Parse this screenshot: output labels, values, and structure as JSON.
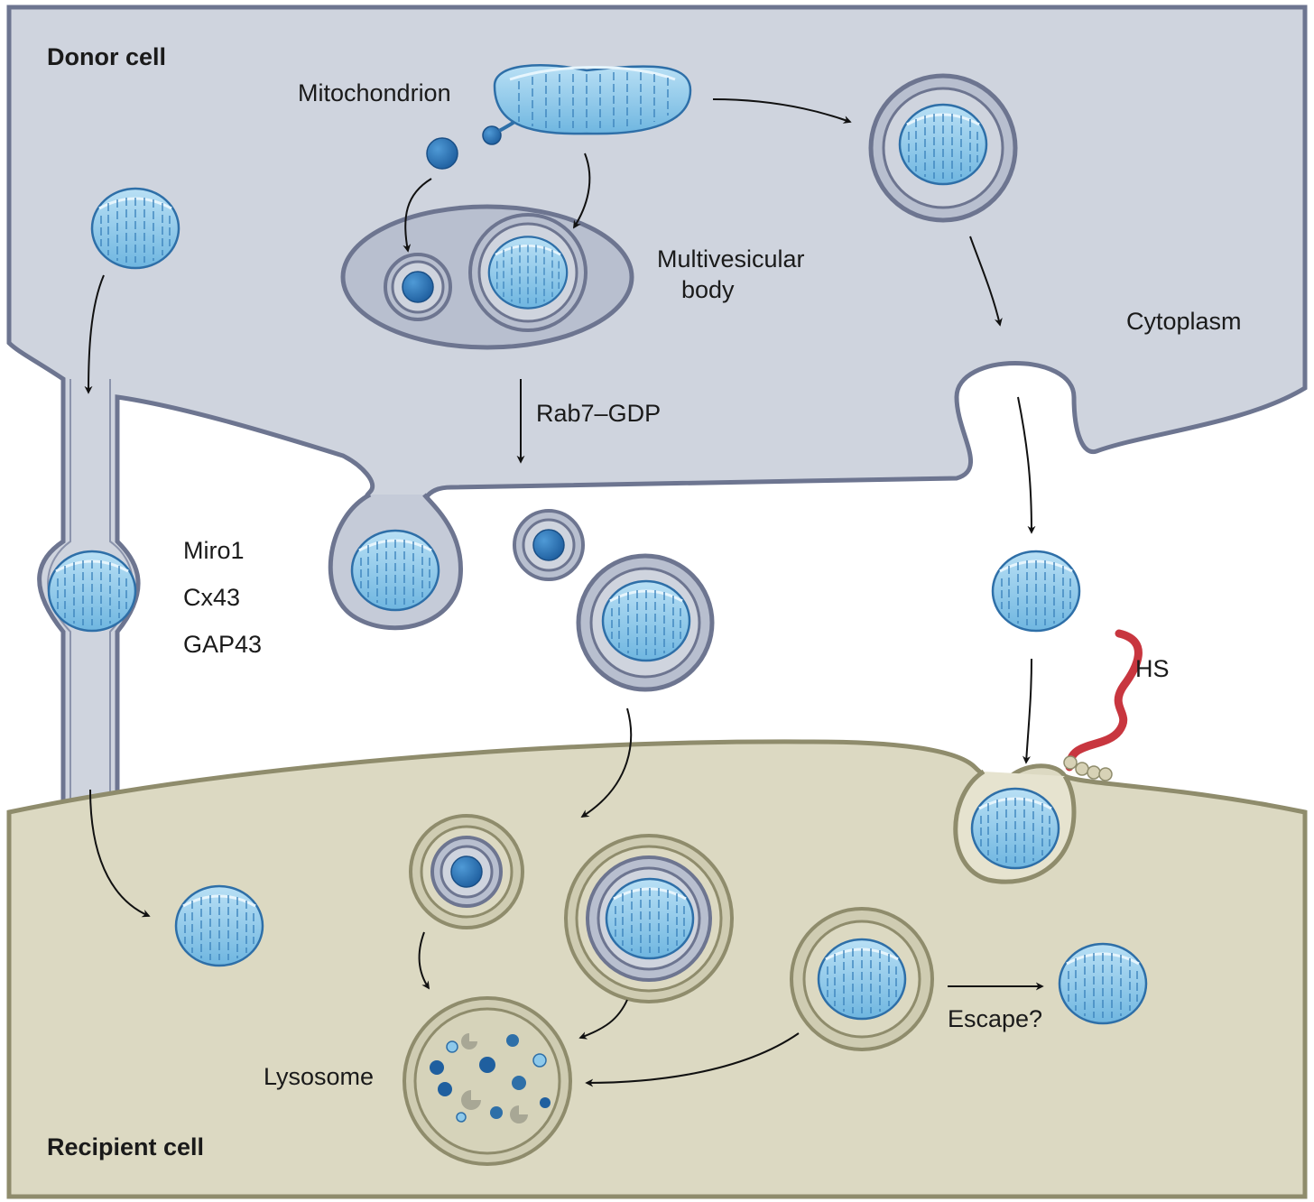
{
  "labels": {
    "donor_cell": "Donor cell",
    "recipient_cell": "Recipient cell",
    "mitochondrion": "Mitochondrion",
    "multivesicular_line1": "Multivesicular",
    "multivesicular_line2": "body",
    "cytoplasm": "Cytoplasm",
    "rab7": "Rab7–GDP",
    "miro1": "Miro1",
    "cx43": "Cx43",
    "gap43": "GAP43",
    "hs": "HS",
    "escape": "Escape?",
    "lysosome": "Lysosome"
  },
  "colors": {
    "donor_fill": "#cfd4de",
    "donor_membrane": "#6d7590",
    "recipient_fill": "#dcd9c2",
    "recipient_membrane": "#8f8c6c",
    "mito_fill": "#8ec9ea",
    "mito_stroke": "#2e6fa8",
    "hs_chain": "#c8363f",
    "arrow": "#111111"
  }
}
